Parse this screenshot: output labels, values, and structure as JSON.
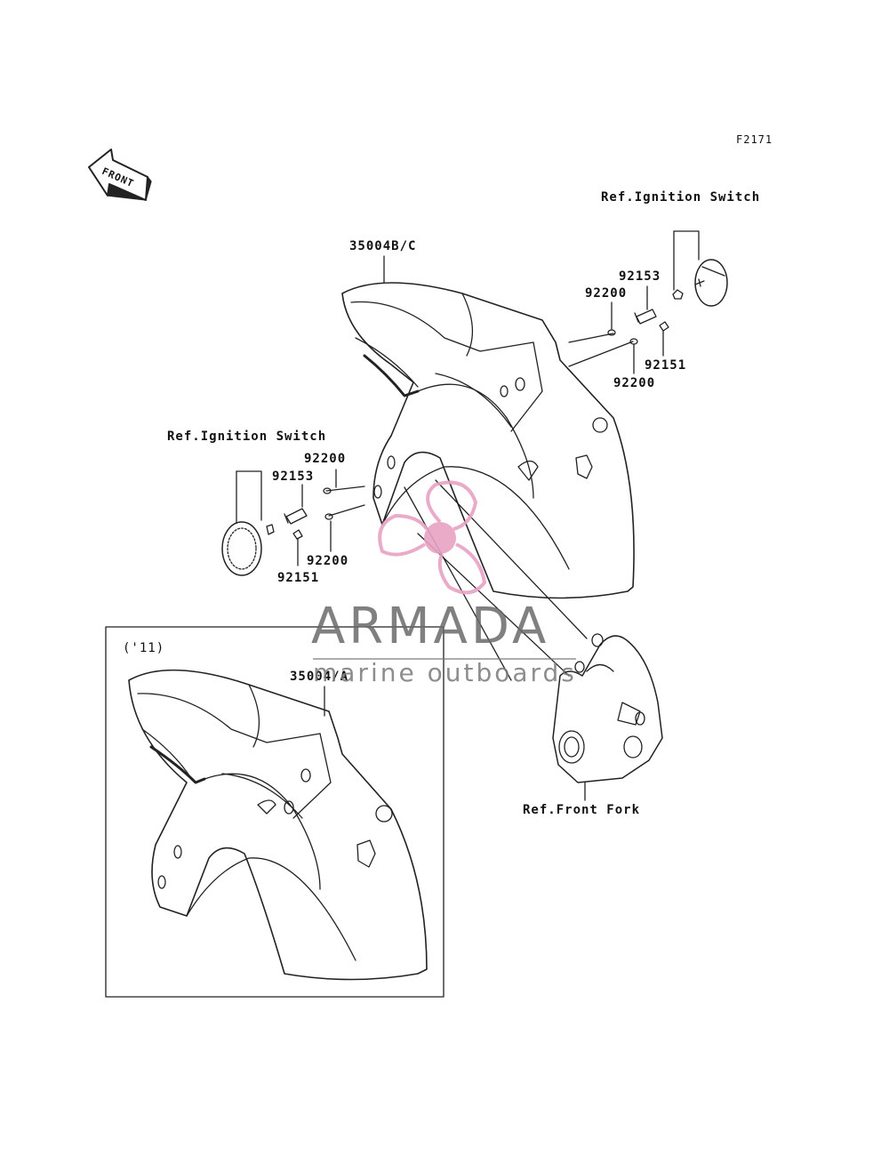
{
  "diagram": {
    "code": "F2171",
    "direction_badge": "FRONT",
    "variant_label": "('11)",
    "callouts": {
      "fender_main": "35004B/C",
      "fender_variant": "35004/A",
      "ref_ignition_right": "Ref.Ignition Switch",
      "ref_ignition_left": "Ref.Ignition Switch",
      "ref_front_fork": "Ref.Front Fork",
      "bolt_right": "92153",
      "washer_right_top": "92200",
      "screw_right": "92151",
      "washer_right_bottom": "92200",
      "washer_left_top": "92200",
      "bolt_left": "92153",
      "washer_left_bottom": "92200",
      "screw_left": "92151"
    }
  },
  "watermark": {
    "brand": "ARMADA",
    "tagline": "marine outboards",
    "color": "#e8a2c4"
  }
}
